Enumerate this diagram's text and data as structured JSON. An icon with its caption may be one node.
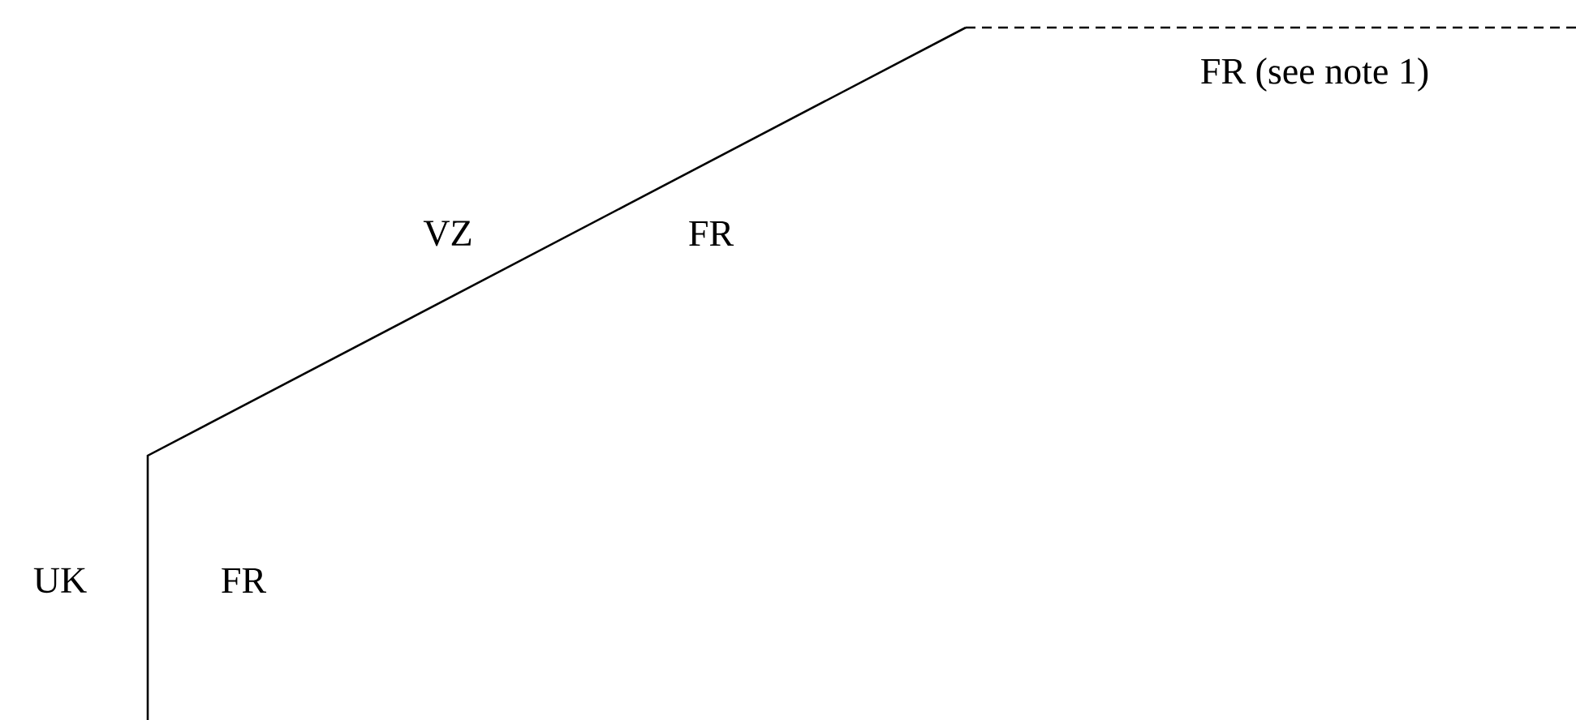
{
  "diagram": {
    "labels": [
      "FR (see note 1)",
      "VZ",
      "FR",
      "UK",
      "FR"
    ]
  }
}
